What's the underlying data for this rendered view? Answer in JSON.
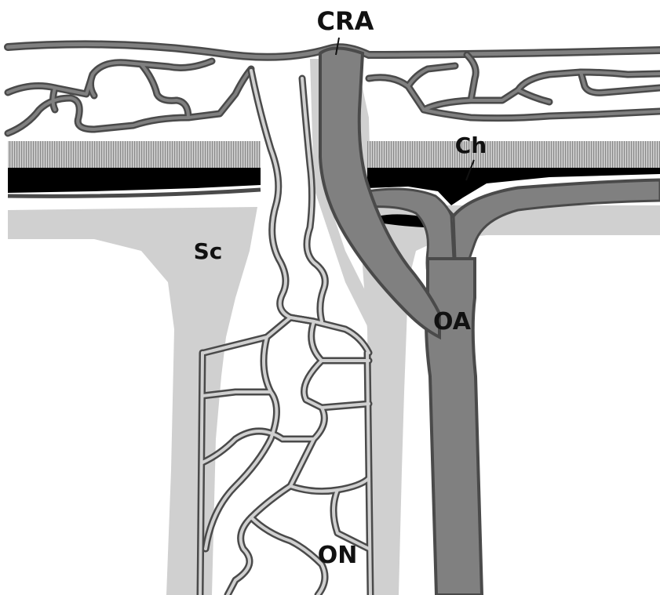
{
  "labels": {
    "cra": "CRA",
    "ch": "Ch",
    "sc": "Sc",
    "oa": "OA",
    "on": "ON"
  },
  "colors": {
    "background": "#ffffff",
    "sclera": "#d0d0d0",
    "vessel_fill": "#808080",
    "vessel_edge": "#4a4a4a",
    "pigment": "#000000",
    "label": "#111111"
  }
}
